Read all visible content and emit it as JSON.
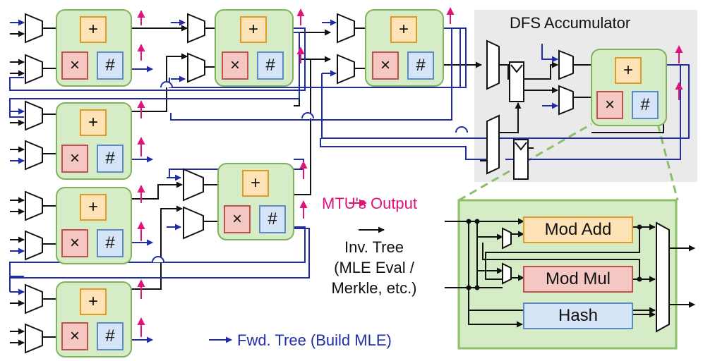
{
  "title": "DFS Accumulator",
  "legend": {
    "output": "MTU's Output",
    "inv_tree_lines": [
      "Inv. Tree",
      "(MLE Eval /",
      "Merkle, etc.)"
    ],
    "fwd_tree": "Fwd. Tree (Build MLE)"
  },
  "units": {
    "add_symbol": "+",
    "mul_symbol": "×",
    "hash_symbol": "#"
  },
  "detail": {
    "mod_add": "Mod Add",
    "mod_mul": "Mod Mul",
    "hash": "Hash"
  },
  "colors": {
    "unit_fill": "#d6ecc6",
    "unit_border": "#7fb25c",
    "add_fill": "#fde3b5",
    "add_border": "#e09b26",
    "mul_fill": "#f4c7c3",
    "mul_border": "#c0504d",
    "hash_fill": "#d5e4f6",
    "hash_border": "#5b8ac9",
    "output_arrow": "#e0137a",
    "fwd_tree": "#1f2ea8",
    "inv_tree": "#111111",
    "panel_bg": "#eaeaea",
    "detail_border": "#8cbf6a"
  }
}
